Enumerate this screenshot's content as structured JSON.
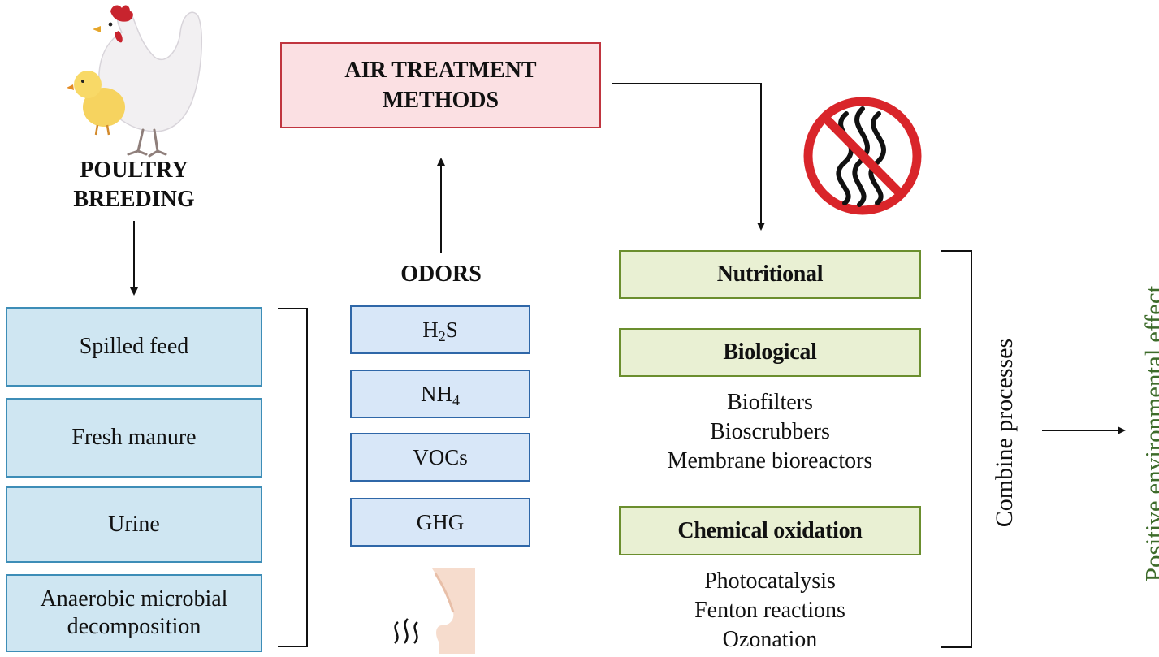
{
  "poultry": {
    "heading_line1": "POULTRY",
    "heading_line2": "BREEDING"
  },
  "sources": [
    {
      "line1": "Spilled feed",
      "line2": ""
    },
    {
      "line1": "Fresh manure",
      "line2": ""
    },
    {
      "line1": "Urine",
      "line2": ""
    },
    {
      "line1": "Anaerobic microbial",
      "line2": "decomposition"
    }
  ],
  "odors": {
    "heading": "ODORS",
    "items": [
      {
        "main": "H",
        "sub": "2",
        "tail": "S"
      },
      {
        "main": "NH",
        "sub": "4",
        "tail": ""
      },
      {
        "main": "VOCs",
        "sub": "",
        "tail": ""
      },
      {
        "main": "GHG",
        "sub": "",
        "tail": ""
      }
    ]
  },
  "air_treatment": {
    "line1": "AIR TREATMENT",
    "line2": "METHODS"
  },
  "methods": {
    "nutritional": "Nutritional",
    "biological": "Biological",
    "biological_items": [
      "Biofilters",
      "Bioscrubbers",
      "Membrane bioreactors"
    ],
    "chemical": "Chemical oxidation",
    "chemical_items": [
      "Photocatalysis",
      "Fenton reactions",
      "Ozonation"
    ]
  },
  "combine_label": "Combine processes",
  "effect_label": "Positive environmental effect",
  "colors": {
    "source_fill": "#cfe6f2",
    "source_border": "#3d8db7",
    "odor_fill": "#d8e7f8",
    "odor_border": "#2f67a8",
    "method_fill": "#e9f0d3",
    "method_border": "#6b8e2e",
    "air_fill": "#fbe0e3",
    "air_border": "#c0353f",
    "effect_text": "#3d6b2a",
    "no_smell_red": "#d9252a"
  },
  "icons": [
    "hen-icon",
    "chick-icon",
    "nose-icon",
    "smell-waves-icon",
    "no-odor-icon"
  ]
}
